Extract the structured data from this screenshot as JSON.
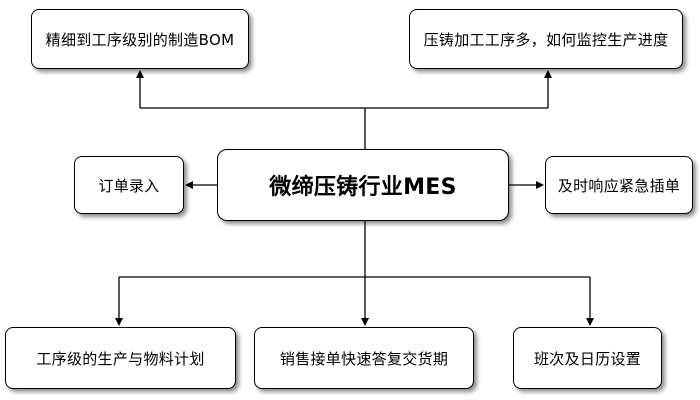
{
  "diagram": {
    "center": "微缔压铸行业MES",
    "top_left": "精细到工序级别的制造BOM",
    "top_right": "压铸加工工序多，如何监控生产进度",
    "mid_left": "订单录入",
    "mid_right": "及时响应紧急插单",
    "bottom_left": "工序级的生产与物料计划",
    "bottom_middle": "销售接单快速答复交货期",
    "bottom_right": "班次及日历设置"
  },
  "colors": {
    "line": "#000000",
    "box_border": "#000000",
    "box_fill": "#ffffff"
  }
}
